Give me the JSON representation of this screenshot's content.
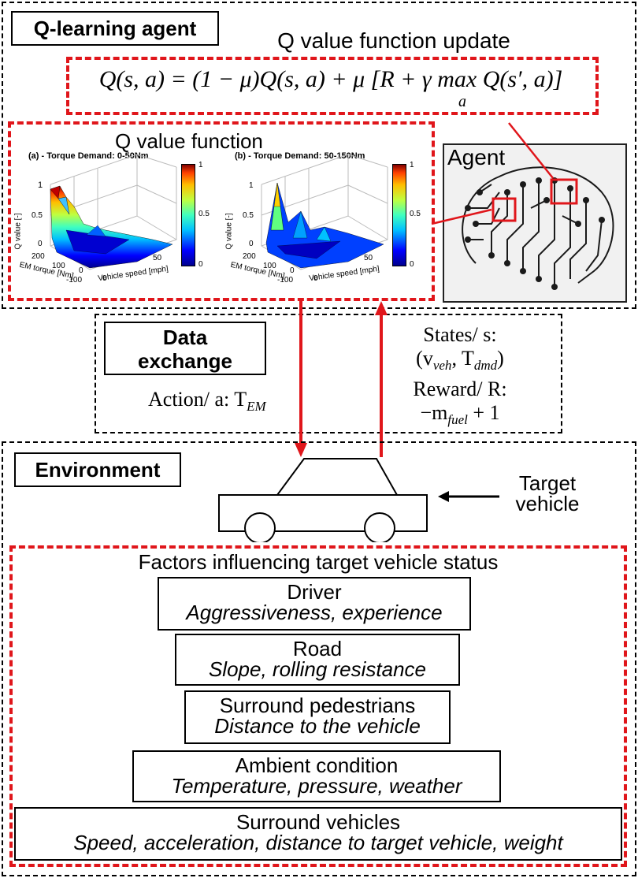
{
  "agent_section": {
    "title": "Q-learning agent",
    "update_caption": "Q value function update",
    "equation": "Q(s, a) = (1 − μ)Q(s, a) + μ [R + γ max Q(s′, a)]",
    "equation_sub": "a"
  },
  "q_function": {
    "caption": "Q value function",
    "plots": [
      {
        "title": "(a) - Torque Demand: 0-50Nm",
        "zlabel": "Q value [-]",
        "xlabel": "EM torque [Nm]",
        "ylabel": "Vehicle speed [mph]",
        "z_ticks": [
          "1",
          "0.5",
          "0"
        ],
        "x_ticks": [
          "200",
          "100",
          "0",
          "-100"
        ],
        "y_ticks": [
          "0",
          "50"
        ],
        "colorbar_ticks": [
          "1",
          "0.5",
          "0"
        ]
      },
      {
        "title": "(b) - Torque Demand: 50-150Nm",
        "zlabel": "Q value [-]",
        "xlabel": "EM torque [Nm]",
        "ylabel": "Vehicle speed [mph]",
        "z_ticks": [
          "1",
          "0.5",
          "0"
        ],
        "x_ticks": [
          "200",
          "100",
          "0",
          "-100"
        ],
        "y_ticks": [
          "0",
          "50"
        ],
        "colorbar_ticks": [
          "1",
          "0.5",
          "0"
        ]
      }
    ]
  },
  "agent_image": {
    "label": "Agent"
  },
  "data_exchange": {
    "title_line1": "Data",
    "title_line2": "exchange",
    "action_text": "Action/ a: T",
    "action_sub": "EM",
    "states_line1": "States/ s:",
    "states_line2": "(v",
    "states_line2_sub1": "veh",
    "states_line2_mid": ", T",
    "states_line2_sub2": "dmd",
    "states_line2_end": ")",
    "reward_line1": "Reward/ R:",
    "reward_line2": "−m",
    "reward_line2_sub": "fuel",
    "reward_line2_end": " + 1"
  },
  "environment": {
    "title": "Environment",
    "target_vehicle_line1": "Target",
    "target_vehicle_line2": "vehicle",
    "factors_caption": "Factors influencing target vehicle status",
    "factors": [
      {
        "name": "Driver",
        "detail": "Aggressiveness, experience"
      },
      {
        "name": "Road",
        "detail": "Slope, rolling resistance"
      },
      {
        "name": "Surround pedestrians",
        "detail": "Distance to the vehicle"
      },
      {
        "name": "Ambient condition",
        "detail": "Temperature, pressure, weather"
      },
      {
        "name": "Surround vehicles",
        "detail": "Speed, acceleration, distance to target vehicle, weight"
      }
    ]
  },
  "colors": {
    "red": "#e0161b",
    "black": "#000000"
  }
}
